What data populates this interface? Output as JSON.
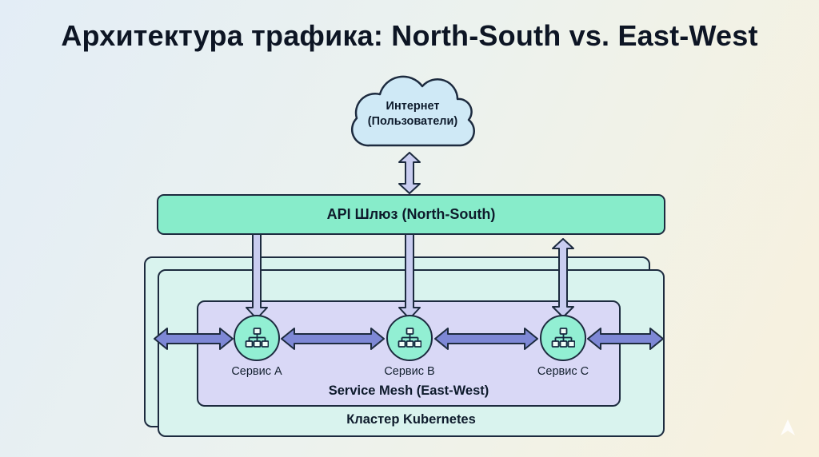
{
  "title": "Архитектура трафика: North-South vs. East-West",
  "cloud": {
    "line1": "Интернет",
    "line2": "(Пользователи)"
  },
  "gateway": {
    "label": "API Шлюз (North-South)"
  },
  "mesh": {
    "label": "Service Mesh (East-West)"
  },
  "cluster": {
    "label": "Кластер Kubernetes"
  },
  "services": [
    {
      "label": "Сервис A"
    },
    {
      "label": "Сервис B"
    },
    {
      "label": "Сервис C"
    }
  ],
  "icons": {
    "cloud": "cloud-icon",
    "service_node": "network-tree-icon",
    "watermark": "cursor-arrow-icon"
  },
  "colors": {
    "background_start": "#e3edf6",
    "background_end": "#f8f1dd",
    "outline": "#1d2b3f",
    "text": "#0e1b2c",
    "cloud_fill": "#cfe9f6",
    "gateway_fill": "#87ecca",
    "cluster_fill": "#d9f3ee",
    "mesh_fill": "#d9d8f6",
    "service_fill": "#92efd3",
    "ns_arrow_fill": "#c9cdf0",
    "ew_arrow_fill": "#7e88d6",
    "watermark_fill": "#ffffff"
  }
}
